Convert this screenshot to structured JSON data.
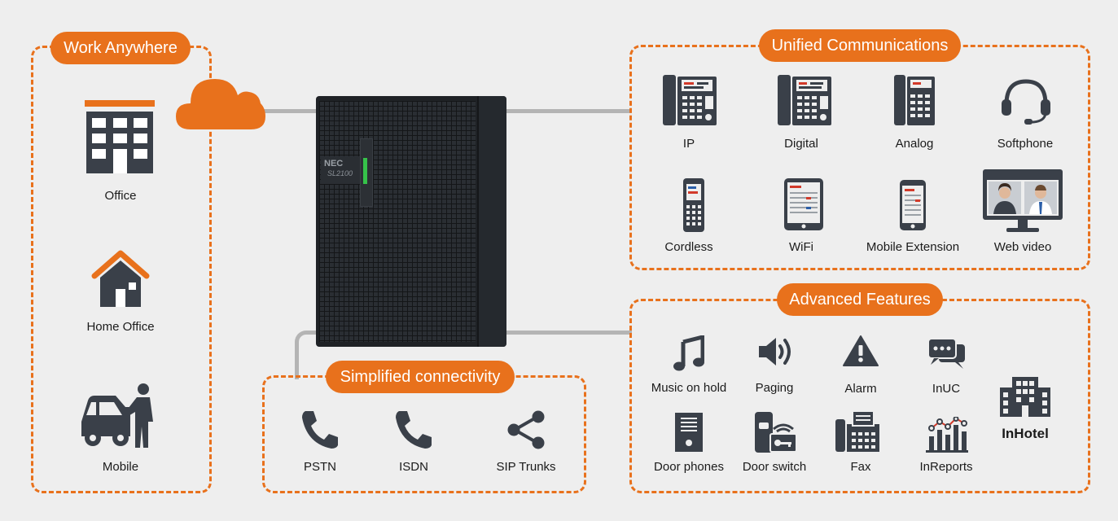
{
  "work_anywhere": {
    "title": "Work Anywhere",
    "items": [
      {
        "label": "Office",
        "icon": "office-building-icon"
      },
      {
        "label": "Home Office",
        "icon": "home-icon"
      },
      {
        "label": "Mobile",
        "icon": "mobile-worker-car-icon"
      }
    ]
  },
  "cloud": {
    "icon": "cloud-icon"
  },
  "device": {
    "brand": "NEC",
    "model": "SL2100"
  },
  "unified_communications": {
    "title": "Unified Communications",
    "items": [
      {
        "label": "IP",
        "icon": "ip-desk-phone-icon"
      },
      {
        "label": "Digital",
        "icon": "digital-desk-phone-icon"
      },
      {
        "label": "Analog",
        "icon": "analog-phone-icon"
      },
      {
        "label": "Softphone",
        "icon": "headset-icon"
      },
      {
        "label": "Cordless",
        "icon": "cordless-phone-icon"
      },
      {
        "label": "WiFi",
        "icon": "wifi-tablet-icon"
      },
      {
        "label": "Mobile Extension",
        "icon": "smartphone-icon"
      },
      {
        "label": "Web video",
        "icon": "video-monitor-icon"
      }
    ]
  },
  "advanced_features": {
    "title": "Advanced Features",
    "items": [
      {
        "label": "Music on hold",
        "icon": "music-note-icon"
      },
      {
        "label": "Paging",
        "icon": "speaker-icon"
      },
      {
        "label": "Alarm",
        "icon": "alarm-warning-icon"
      },
      {
        "label": "InUC",
        "icon": "chat-bubbles-icon"
      },
      {
        "label": "Door phones",
        "icon": "door-phone-icon"
      },
      {
        "label": "Door switch",
        "icon": "door-switch-icon"
      },
      {
        "label": "Fax",
        "icon": "fax-icon"
      },
      {
        "label": "InReports",
        "icon": "report-chart-icon"
      },
      {
        "label": "InHotel",
        "icon": "hotel-building-icon"
      }
    ]
  },
  "simplified_connectivity": {
    "title": "Simplified connectivity",
    "items": [
      {
        "label": "PSTN",
        "icon": "handset-icon"
      },
      {
        "label": "ISDN",
        "icon": "handset-icon"
      },
      {
        "label": "SIP Trunks",
        "icon": "share-icon"
      }
    ]
  },
  "colors": {
    "accent": "#e8711c",
    "icon": "#3a4049",
    "background": "#eeeeee"
  }
}
